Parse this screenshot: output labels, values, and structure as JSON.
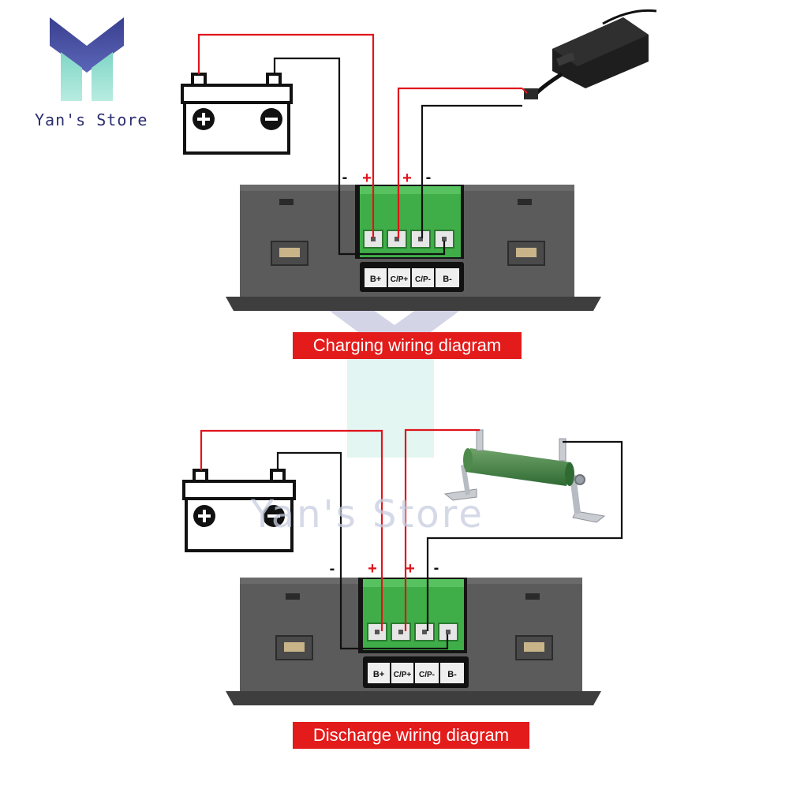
{
  "brand": {
    "name": "Yan's Store",
    "watermark": "Yan's Store"
  },
  "diagrams": [
    {
      "caption": "Charging wiring diagram",
      "terminals": [
        "B+",
        "C/P+",
        "C/P-",
        "B-"
      ],
      "signs": {
        "battery_neg": "-",
        "battery_pos": "+",
        "source_pos": "+",
        "source_neg": "-"
      }
    },
    {
      "caption": "Discharge wiring diagram",
      "terminals": [
        "B+",
        "C/P+",
        "C/P-",
        "B-"
      ],
      "signs": {
        "battery_neg": "-",
        "battery_pos": "+",
        "load_pos": "+",
        "load_neg": "-"
      }
    }
  ],
  "colors": {
    "wire_positive": "#e0141c",
    "wire_negative": "#111111",
    "caption_bg": "#e31b1b",
    "terminal_block": "#3fae49",
    "device_body": "#5b5b5b"
  }
}
